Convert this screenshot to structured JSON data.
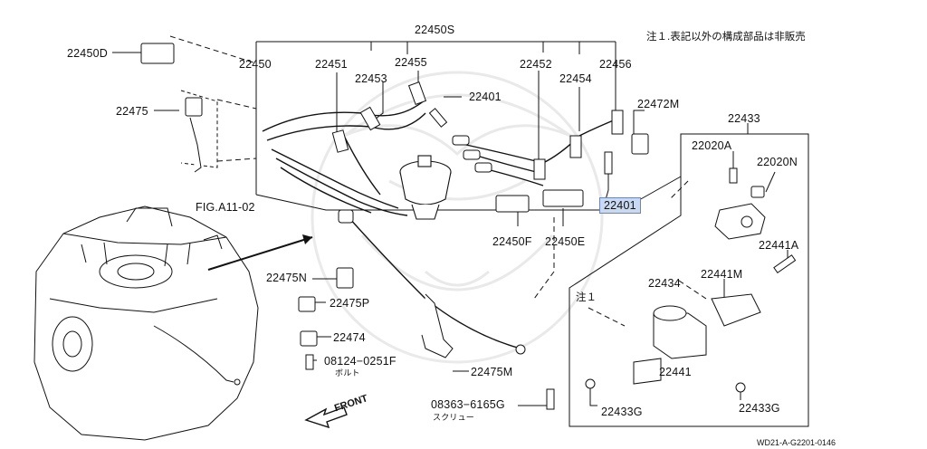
{
  "note_top": "注１.表記以外の構成部品は非販売",
  "note_1": "注１",
  "drawing_code": "WD21-A-G2201-0146",
  "front_label": "FRONT",
  "parts": {
    "p22450D": "22450D",
    "p22475": "22475",
    "p22450S": "22450S",
    "p22450": "22450",
    "p22451": "22451",
    "p22453": "22453",
    "p22455": "22455",
    "p22401a": "22401",
    "p22452": "22452",
    "p22456": "22456",
    "p22454": "22454",
    "p22472M": "22472M",
    "p22433": "22433",
    "p22020A": "22020A",
    "p22020N": "22020N",
    "p22401b": "22401",
    "p22441A": "22441A",
    "p22441M": "22441M",
    "p22450F": "22450F",
    "p22450E": "22450E",
    "figref": "FIG.A11-02",
    "p22475N": "22475N",
    "p22475P": "22475P",
    "p22474": "22474",
    "p08124": "08124−0251F",
    "bolt": "ボルト",
    "p22475M": "22475M",
    "p22434": "22434",
    "p22441": "22441",
    "p22433Ga": "22433G",
    "p22433Gb": "22433G",
    "p08363": "08363−6165G",
    "screw": "スクリュー"
  }
}
